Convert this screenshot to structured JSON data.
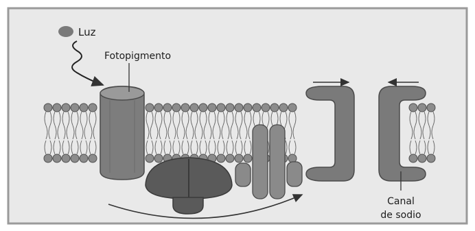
{
  "labels": {
    "light": "Luz",
    "photopigment": "Fotopigmento",
    "channel_line1": "Canal",
    "channel_line2": "de sodio"
  },
  "colors": {
    "frame_background": "#e9e9e9",
    "frame_border": "#9a9a9a",
    "lipid_head": "#8c8c8c",
    "protein": "#7a7a7a",
    "protein_dark": "#5a5a5a",
    "line": "#333333"
  }
}
